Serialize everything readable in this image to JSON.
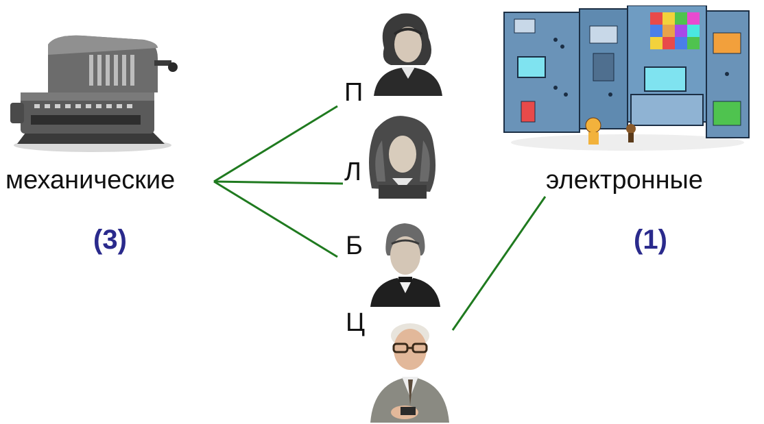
{
  "categories": {
    "mechanical": {
      "label": "механические",
      "count": "(3)"
    },
    "electronic": {
      "label": "электронные",
      "count": "(1)"
    }
  },
  "people": [
    {
      "letter": "П"
    },
    {
      "letter": "Л"
    },
    {
      "letter": "Б"
    },
    {
      "letter": "Ц"
    }
  ],
  "colors": {
    "connector": "#1f7a1f",
    "count_text": "#2a2a8c"
  }
}
